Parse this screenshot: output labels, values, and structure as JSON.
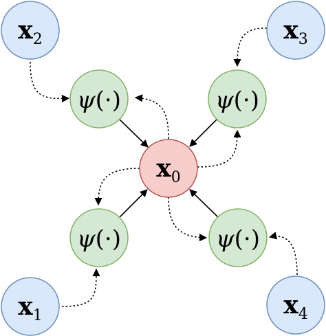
{
  "nodes": {
    "x0": {
      "main": "x",
      "sub": "0",
      "fill": "#f8cecc",
      "stroke": "#b85450"
    },
    "x1": {
      "main": "x",
      "sub": "1",
      "fill": "#dae8fc",
      "stroke": "#6c8ebf"
    },
    "x2": {
      "main": "x",
      "sub": "2",
      "fill": "#dae8fc",
      "stroke": "#6c8ebf"
    },
    "x3": {
      "main": "x",
      "sub": "3",
      "fill": "#dae8fc",
      "stroke": "#6c8ebf"
    },
    "x4": {
      "main": "x",
      "sub": "4",
      "fill": "#dae8fc",
      "stroke": "#6c8ebf"
    },
    "psi": {
      "label": "ψ",
      "args": "(·)",
      "fill": "#d5e8d4",
      "stroke": "#82b366"
    }
  },
  "arrow_color": "#000000"
}
